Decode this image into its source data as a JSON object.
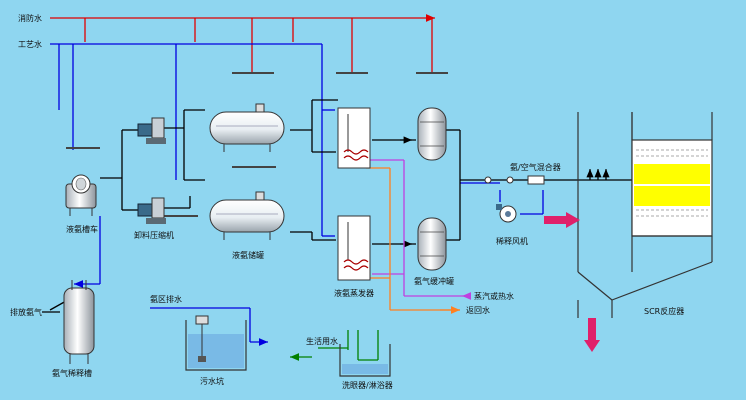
{
  "labels": {
    "fire_water": "消防水",
    "process_water": "工艺水",
    "ammonia_truck": "液氨槽车",
    "unload_compressor": "卸料压缩机",
    "ammonia_storage_tank": "液氨储罐",
    "ammonia_evaporator": "液氨蒸发器",
    "ammonia_buffer_tank": "氨气缓冲罐",
    "ammonia_air_mixer": "氨/空气混合器",
    "dilution_fan": "稀释风机",
    "steam_or_hot_water": "蒸汽或热水",
    "return_water": "返回水",
    "scr_reactor": "SCR反应器",
    "discharge_ammonia": "排放氨气",
    "ammonia_dilution_tank": "氨气稀释槽",
    "ammonia_area_drain": "氨区排水",
    "sewage_pit": "污水坑",
    "domestic_water": "生活用水",
    "eye_wash_shower": "洗眼器/淋浴器"
  },
  "colors": {
    "background": "#8fd6f0",
    "fire_water_line": "#e00000",
    "process_water_line": "#0000e0",
    "ammonia_line": "#000000",
    "steam_line": "#c040e0",
    "return_line": "#ff8020",
    "domestic_line": "#008000",
    "catalyst_layer": "#ffff00",
    "flow_arrow": "#e0206a"
  }
}
